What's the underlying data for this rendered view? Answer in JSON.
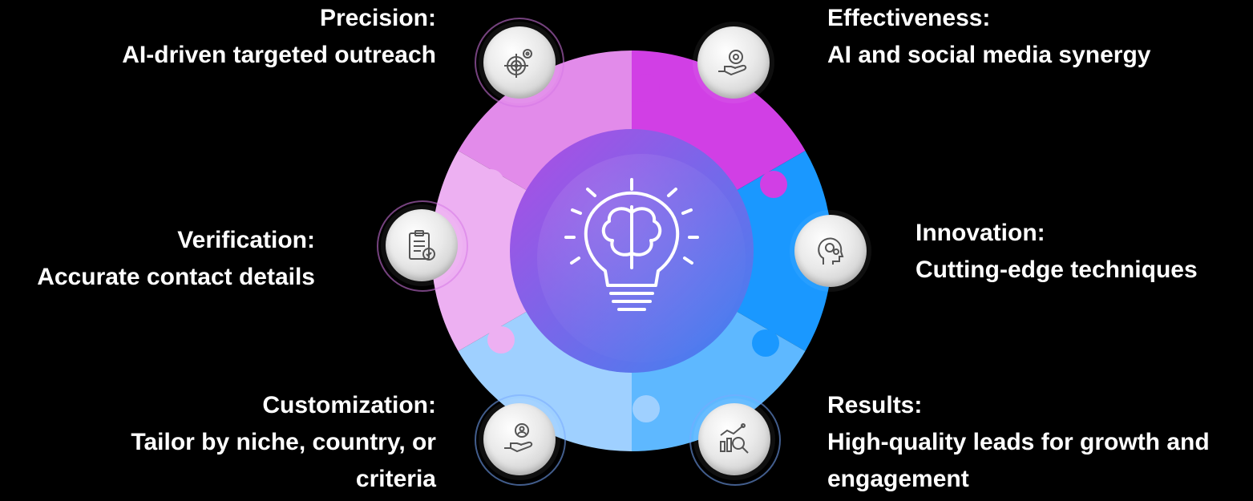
{
  "colors": {
    "background": "#000000",
    "segment_top_left": "#E28BEA",
    "segment_top_right": "#D13FE5",
    "segment_right": "#1A98FF",
    "segment_bottom_right": "#5EB8FF",
    "segment_bottom_left": "#9FD0FF",
    "segment_left": "#EDB0F2",
    "center_gradient_start": "#B24BE3",
    "center_gradient_end": "#3C84F0"
  },
  "center": {
    "icon": "lightbulb-brain-icon"
  },
  "items": [
    {
      "key": "precision",
      "heading": "Precision:",
      "description": "AI-driven targeted outreach",
      "icon": "target-gear-icon"
    },
    {
      "key": "effectiveness",
      "heading": "Effectiveness:",
      "description": "AI and social media synergy",
      "icon": "hand-gear-icon"
    },
    {
      "key": "innovation",
      "heading": "Innovation:",
      "description": "Cutting-edge techniques",
      "icon": "head-gears-icon"
    },
    {
      "key": "results",
      "heading": "Results:",
      "description": "High-quality leads for growth and engagement",
      "description_lines": [
        "High-quality leads for growth and",
        "engagement"
      ],
      "icon": "chart-magnifier-icon"
    },
    {
      "key": "customization",
      "heading": "Customization:",
      "description": "Tailor by niche, country, or criteria",
      "description_lines": [
        "Tailor by niche, country, or",
        "criteria"
      ],
      "icon": "hand-user-gear-icon"
    },
    {
      "key": "verification",
      "heading": "Verification:",
      "description": "Accurate contact details",
      "icon": "clipboard-check-icon"
    }
  ]
}
